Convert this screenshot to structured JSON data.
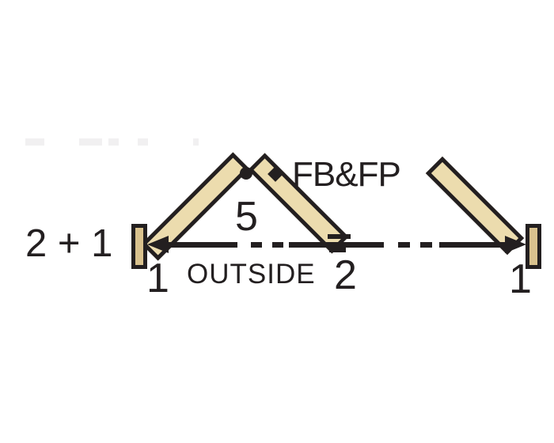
{
  "diagram": {
    "configuration": "2 + 1",
    "annotations": {
      "left_jamb_panel": "1",
      "outside": "OUTSIDE",
      "center_pivot_panel": "2",
      "apex": "5",
      "hardware": "FB&FP",
      "right_jamb_panel": "1"
    },
    "colors": {
      "panel_fill": "#ecdcae",
      "jamb_fill": "#d9c28e",
      "line": "#231f20",
      "background": "#ffffff"
    }
  }
}
